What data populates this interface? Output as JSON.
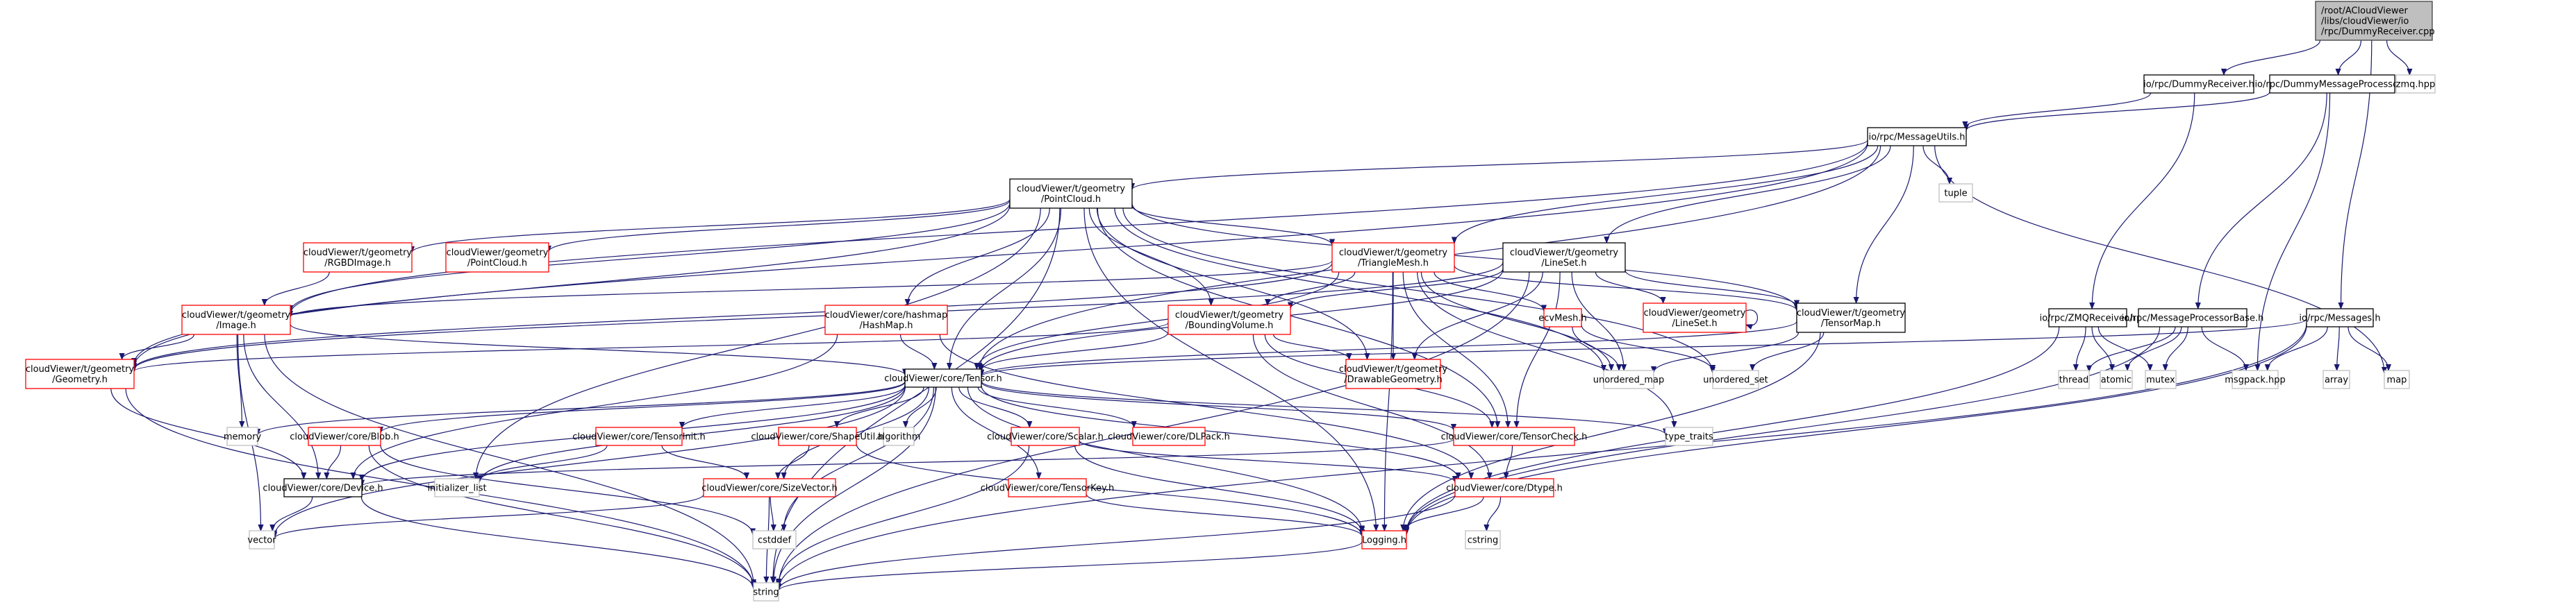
{
  "title": "Include dependency graph for DummyReceiver.cpp",
  "legend": {
    "root_color": "#bfbfbf",
    "documented_border": "#000000",
    "undocumented_border": "#ff0000",
    "system_border": "#bfbfbf",
    "edge_color": "#191970"
  },
  "nodes": [
    {
      "id": "root",
      "kind": "root",
      "lines": [
        "/root/ACloudViewer",
        "/libs/cloudViewer/io",
        "/rpc/DummyReceiver.cpp"
      ]
    },
    {
      "id": "dummyreceiver_h",
      "kind": "doc",
      "lines": [
        "io/rpc/DummyReceiver.h"
      ]
    },
    {
      "id": "dummymsgproc_h",
      "kind": "doc",
      "lines": [
        "io/rpc/DummyMessageProcessor.h"
      ]
    },
    {
      "id": "zmq_hpp",
      "kind": "sys",
      "lines": [
        "zmq.hpp"
      ]
    },
    {
      "id": "messageutils_h",
      "kind": "doc",
      "lines": [
        "io/rpc/MessageUtils.h"
      ]
    },
    {
      "id": "tuple",
      "kind": "sys",
      "lines": [
        "tuple"
      ]
    },
    {
      "id": "t_pointcloud_h",
      "kind": "doc",
      "lines": [
        "cloudViewer/t/geometry",
        "/PointCloud.h"
      ]
    },
    {
      "id": "t_rgbdimage_h",
      "kind": "red",
      "lines": [
        "cloudViewer/t/geometry",
        "/RGBDImage.h"
      ]
    },
    {
      "id": "g_pointcloud_h",
      "kind": "red",
      "lines": [
        "cloudViewer/geometry",
        "/PointCloud.h"
      ]
    },
    {
      "id": "t_trianglemesh_h",
      "kind": "red",
      "lines": [
        "cloudViewer/t/geometry",
        "/TriangleMesh.h"
      ]
    },
    {
      "id": "t_lineset_h",
      "kind": "doc",
      "lines": [
        "cloudViewer/t/geometry",
        "/LineSet.h"
      ]
    },
    {
      "id": "t_image_h",
      "kind": "red",
      "lines": [
        "cloudViewer/t/geometry",
        "/Image.h"
      ]
    },
    {
      "id": "hashmap_h",
      "kind": "red",
      "lines": [
        "cloudViewer/core/hashmap",
        "/HashMap.h"
      ]
    },
    {
      "id": "t_boundingvolume_h",
      "kind": "red",
      "lines": [
        "cloudViewer/t/geometry",
        "/BoundingVolume.h"
      ]
    },
    {
      "id": "ecvmesh_h",
      "kind": "red",
      "lines": [
        "ecvMesh.h"
      ]
    },
    {
      "id": "g_lineset_h",
      "kind": "red",
      "lines": [
        "cloudViewer/geometry",
        "/LineSet.h"
      ]
    },
    {
      "id": "t_tensormap_h",
      "kind": "doc",
      "lines": [
        "cloudViewer/t/geometry",
        "/TensorMap.h"
      ]
    },
    {
      "id": "zmqreceiver_h",
      "kind": "doc",
      "lines": [
        "io/rpc/ZMQReceiver.h"
      ]
    },
    {
      "id": "msgprocbase_h",
      "kind": "doc",
      "lines": [
        "io/rpc/MessageProcessorBase.h"
      ]
    },
    {
      "id": "messages_h",
      "kind": "doc",
      "lines": [
        "io/rpc/Messages.h"
      ]
    },
    {
      "id": "t_geometry_h",
      "kind": "red",
      "lines": [
        "cloudViewer/t/geometry",
        "/Geometry.h"
      ]
    },
    {
      "id": "tensor_h",
      "kind": "doc",
      "lines": [
        "cloudViewer/core/Tensor.h"
      ]
    },
    {
      "id": "t_drawablegeom_h",
      "kind": "red",
      "lines": [
        "cloudViewer/t/geometry",
        "/DrawableGeometry.h"
      ]
    },
    {
      "id": "unordered_map",
      "kind": "sys",
      "lines": [
        "unordered_map"
      ]
    },
    {
      "id": "unordered_set",
      "kind": "sys",
      "lines": [
        "unordered_set"
      ]
    },
    {
      "id": "thread",
      "kind": "sys",
      "lines": [
        "thread"
      ]
    },
    {
      "id": "atomic",
      "kind": "sys",
      "lines": [
        "atomic"
      ]
    },
    {
      "id": "mutex",
      "kind": "sys",
      "lines": [
        "mutex"
      ]
    },
    {
      "id": "msgpack_hpp",
      "kind": "sys",
      "lines": [
        "msgpack.hpp"
      ]
    },
    {
      "id": "array",
      "kind": "sys",
      "lines": [
        "array"
      ]
    },
    {
      "id": "map",
      "kind": "sys",
      "lines": [
        "map"
      ]
    },
    {
      "id": "memory",
      "kind": "sys",
      "lines": [
        "memory"
      ]
    },
    {
      "id": "blob_h",
      "kind": "red",
      "lines": [
        "cloudViewer/core/Blob.h"
      ]
    },
    {
      "id": "tensorinit_h",
      "kind": "red",
      "lines": [
        "cloudViewer/core/TensorInit.h"
      ]
    },
    {
      "id": "shapeutil_h",
      "kind": "red",
      "lines": [
        "cloudViewer/core/ShapeUtil.h"
      ]
    },
    {
      "id": "algorithm",
      "kind": "sys",
      "lines": [
        "algorithm"
      ]
    },
    {
      "id": "scalar_h",
      "kind": "red",
      "lines": [
        "cloudViewer/core/Scalar.h"
      ]
    },
    {
      "id": "dlpack_h",
      "kind": "red",
      "lines": [
        "cloudViewer/core/DLPack.h"
      ]
    },
    {
      "id": "tensorcheck_h",
      "kind": "red",
      "lines": [
        "cloudViewer/core/TensorCheck.h"
      ]
    },
    {
      "id": "type_traits",
      "kind": "sys",
      "lines": [
        "type_traits"
      ]
    },
    {
      "id": "device_h",
      "kind": "doc",
      "lines": [
        "cloudViewer/core/Device.h"
      ]
    },
    {
      "id": "initializer_list",
      "kind": "sys",
      "lines": [
        "initializer_list"
      ]
    },
    {
      "id": "sizevector_h",
      "kind": "red",
      "lines": [
        "cloudViewer/core/SizeVector.h"
      ]
    },
    {
      "id": "tensorkey_h",
      "kind": "red",
      "lines": [
        "cloudViewer/core/TensorKey.h"
      ]
    },
    {
      "id": "dtype_h",
      "kind": "red",
      "lines": [
        "cloudViewer/core/Dtype.h"
      ]
    },
    {
      "id": "vector",
      "kind": "sys",
      "lines": [
        "vector"
      ]
    },
    {
      "id": "cstddef",
      "kind": "sys",
      "lines": [
        "cstddef"
      ]
    },
    {
      "id": "logging_h",
      "kind": "red",
      "lines": [
        "Logging.h"
      ]
    },
    {
      "id": "cstring",
      "kind": "sys",
      "lines": [
        "cstring"
      ]
    },
    {
      "id": "string",
      "kind": "sys",
      "lines": [
        "string"
      ]
    }
  ],
  "edges": [
    [
      "root",
      "dummyreceiver_h"
    ],
    [
      "root",
      "dummymsgproc_h"
    ],
    [
      "root",
      "messages_h"
    ],
    [
      "root",
      "zmq_hpp"
    ],
    [
      "dummyreceiver_h",
      "messageutils_h"
    ],
    [
      "dummyreceiver_h",
      "zmqreceiver_h"
    ],
    [
      "dummymsgproc_h",
      "messageutils_h"
    ],
    [
      "dummymsgproc_h",
      "msgprocbase_h"
    ],
    [
      "dummymsgproc_h",
      "msgpack_hpp"
    ],
    [
      "messageutils_h",
      "t_pointcloud_h"
    ],
    [
      "messageutils_h",
      "t_trianglemesh_h"
    ],
    [
      "messageutils_h",
      "t_lineset_h"
    ],
    [
      "messageutils_h",
      "tuple"
    ],
    [
      "messageutils_h",
      "t_tensormap_h"
    ],
    [
      "messageutils_h",
      "map"
    ],
    [
      "messageutils_h",
      "t_image_h"
    ],
    [
      "messageutils_h",
      "tensor_h"
    ],
    [
      "messageutils_h",
      "t_geometry_h"
    ],
    [
      "t_pointcloud_h",
      "t_rgbdimage_h"
    ],
    [
      "t_pointcloud_h",
      "g_pointcloud_h"
    ],
    [
      "t_pointcloud_h",
      "t_trianglemesh_h"
    ],
    [
      "t_pointcloud_h",
      "t_image_h"
    ],
    [
      "t_pointcloud_h",
      "hashmap_h"
    ],
    [
      "t_pointcloud_h",
      "t_boundingvolume_h"
    ],
    [
      "t_pointcloud_h",
      "tensor_h"
    ],
    [
      "t_pointcloud_h",
      "t_geometry_h"
    ],
    [
      "t_pointcloud_h",
      "t_drawablegeom_h"
    ],
    [
      "t_pointcloud_h",
      "t_tensormap_h"
    ],
    [
      "t_pointcloud_h",
      "string"
    ],
    [
      "t_pointcloud_h",
      "unordered_map"
    ],
    [
      "t_pointcloud_h",
      "unordered_set"
    ],
    [
      "t_pointcloud_h",
      "tensorcheck_h"
    ],
    [
      "t_pointcloud_h",
      "logging_h"
    ],
    [
      "t_pointcloud_h",
      "initializer_list"
    ],
    [
      "t_rgbdimage_h",
      "t_image_h"
    ],
    [
      "t_trianglemesh_h",
      "t_boundingvolume_h"
    ],
    [
      "t_trianglemesh_h",
      "t_drawablegeom_h"
    ],
    [
      "t_trianglemesh_h",
      "ecvmesh_h"
    ],
    [
      "t_trianglemesh_h",
      "t_tensormap_h"
    ],
    [
      "t_trianglemesh_h",
      "t_image_h"
    ],
    [
      "t_trianglemesh_h",
      "tensor_h"
    ],
    [
      "t_trianglemesh_h",
      "t_geometry_h"
    ],
    [
      "t_trianglemesh_h",
      "unordered_map"
    ],
    [
      "t_trianglemesh_h",
      "tensorcheck_h"
    ],
    [
      "t_trianglemesh_h",
      "type_traits"
    ],
    [
      "t_trianglemesh_h",
      "logging_h"
    ],
    [
      "t_lineset_h",
      "g_lineset_h"
    ],
    [
      "t_lineset_h",
      "t_tensormap_h"
    ],
    [
      "t_lineset_h",
      "t_drawablegeom_h"
    ],
    [
      "t_lineset_h",
      "t_boundingvolume_h"
    ],
    [
      "t_lineset_h",
      "tensor_h"
    ],
    [
      "t_lineset_h",
      "t_geometry_h"
    ],
    [
      "t_lineset_h",
      "tensorcheck_h"
    ],
    [
      "t_lineset_h",
      "string"
    ],
    [
      "t_lineset_h",
      "unordered_map"
    ],
    [
      "g_lineset_h",
      "g_lineset_h"
    ],
    [
      "ecvmesh_h",
      "unordered_map"
    ],
    [
      "ecvmesh_h",
      "unordered_set"
    ],
    [
      "t_tensormap_h",
      "tensor_h"
    ],
    [
      "t_tensormap_h",
      "unordered_map"
    ],
    [
      "t_tensormap_h",
      "unordered_set"
    ],
    [
      "t_tensormap_h",
      "logging_h"
    ],
    [
      "t_image_h",
      "t_geometry_h"
    ],
    [
      "t_image_h",
      "tensor_h"
    ],
    [
      "t_image_h",
      "memory"
    ],
    [
      "t_image_h",
      "vector"
    ],
    [
      "t_image_h",
      "string"
    ],
    [
      "t_image_h",
      "device_h"
    ],
    [
      "hashmap_h",
      "tensor_h"
    ],
    [
      "hashmap_h",
      "device_h"
    ],
    [
      "hashmap_h",
      "dtype_h"
    ],
    [
      "t_boundingvolume_h",
      "tensor_h"
    ],
    [
      "t_boundingvolume_h",
      "t_drawablegeom_h"
    ],
    [
      "t_boundingvolume_h",
      "t_geometry_h"
    ],
    [
      "t_boundingvolume_h",
      "dtype_h"
    ],
    [
      "t_boundingvolume_h",
      "tensorcheck_h"
    ],
    [
      "t_geometry_h",
      "device_h"
    ],
    [
      "t_geometry_h",
      "string"
    ],
    [
      "tensor_h",
      "memory"
    ],
    [
      "tensor_h",
      "blob_h"
    ],
    [
      "tensor_h",
      "tensorinit_h"
    ],
    [
      "tensor_h",
      "shapeutil_h"
    ],
    [
      "tensor_h",
      "algorithm"
    ],
    [
      "tensor_h",
      "scalar_h"
    ],
    [
      "tensor_h",
      "dlpack_h"
    ],
    [
      "tensor_h",
      "tensorcheck_h"
    ],
    [
      "tensor_h",
      "type_traits"
    ],
    [
      "tensor_h",
      "device_h"
    ],
    [
      "tensor_h",
      "initializer_list"
    ],
    [
      "tensor_h",
      "sizevector_h"
    ],
    [
      "tensor_h",
      "tensorkey_h"
    ],
    [
      "tensor_h",
      "dtype_h"
    ],
    [
      "tensor_h",
      "vector"
    ],
    [
      "tensor_h",
      "cstddef"
    ],
    [
      "tensor_h",
      "logging_h"
    ],
    [
      "tensor_h",
      "string"
    ],
    [
      "blob_h",
      "device_h"
    ],
    [
      "blob_h",
      "string"
    ],
    [
      "blob_h",
      "cstddef"
    ],
    [
      "tensorinit_h",
      "initializer_list"
    ],
    [
      "tensorinit_h",
      "sizevector_h"
    ],
    [
      "shapeutil_h",
      "sizevector_h"
    ],
    [
      "shapeutil_h",
      "logging_h"
    ],
    [
      "scalar_h",
      "dtype_h"
    ],
    [
      "scalar_h",
      "logging_h"
    ],
    [
      "scalar_h",
      "string"
    ],
    [
      "tensorcheck_h",
      "dtype_h"
    ],
    [
      "tensorcheck_h",
      "device_h"
    ],
    [
      "device_h",
      "vector"
    ],
    [
      "device_h",
      "string"
    ],
    [
      "sizevector_h",
      "vector"
    ],
    [
      "sizevector_h",
      "cstddef"
    ],
    [
      "sizevector_h",
      "string"
    ],
    [
      "tensorkey_h",
      "logging_h"
    ],
    [
      "dtype_h",
      "logging_h"
    ],
    [
      "dtype_h",
      "cstring"
    ],
    [
      "dtype_h",
      "string"
    ],
    [
      "logging_h",
      "string"
    ],
    [
      "zmqreceiver_h",
      "thread"
    ],
    [
      "zmqreceiver_h",
      "atomic"
    ],
    [
      "zmqreceiver_h",
      "mutex"
    ],
    [
      "zmqreceiver_h",
      "logging_h"
    ],
    [
      "msgprocbase_h",
      "thread"
    ],
    [
      "msgprocbase_h",
      "atomic"
    ],
    [
      "msgprocbase_h",
      "mutex"
    ],
    [
      "msgprocbase_h",
      "msgpack_hpp"
    ],
    [
      "msgprocbase_h",
      "logging_h"
    ],
    [
      "messages_h",
      "msgpack_hpp"
    ],
    [
      "messages_h",
      "array"
    ],
    [
      "messages_h",
      "map"
    ],
    [
      "messages_h",
      "string"
    ],
    [
      "messages_h",
      "tensor_h"
    ],
    [
      "messages_h",
      "logging_h"
    ]
  ]
}
